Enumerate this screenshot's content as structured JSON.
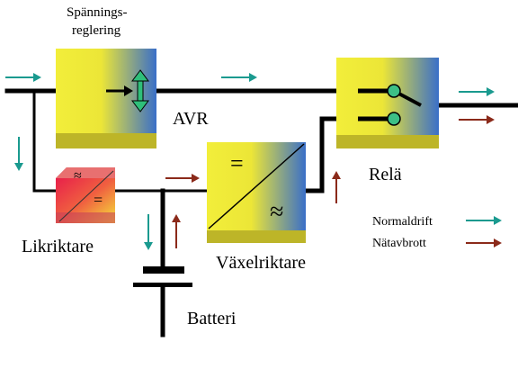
{
  "labels": {
    "voltage_reg_line1": "Spännings-",
    "voltage_reg_line2": "reglering",
    "avr": "AVR",
    "rectifier": "Likriktare",
    "inverter": "Växelriktare",
    "relay": "Relä",
    "battery": "Batteri",
    "legend_normal": "Normaldrift",
    "legend_outage": "Nätavbrott"
  },
  "colors": {
    "normal_flow": "#1a9a8f",
    "outage_flow": "#8b2a1a",
    "block_yellow": "#f2ee3a",
    "block_blue": "#3a6fc8",
    "rectifier_red": "#e8204a",
    "relay_dot": "#3dbf86",
    "wire": "#000000"
  },
  "symbols": {
    "rectifier_ac": "≈",
    "rectifier_dc": "=",
    "inverter_dc": "=",
    "inverter_ac": "≈"
  }
}
